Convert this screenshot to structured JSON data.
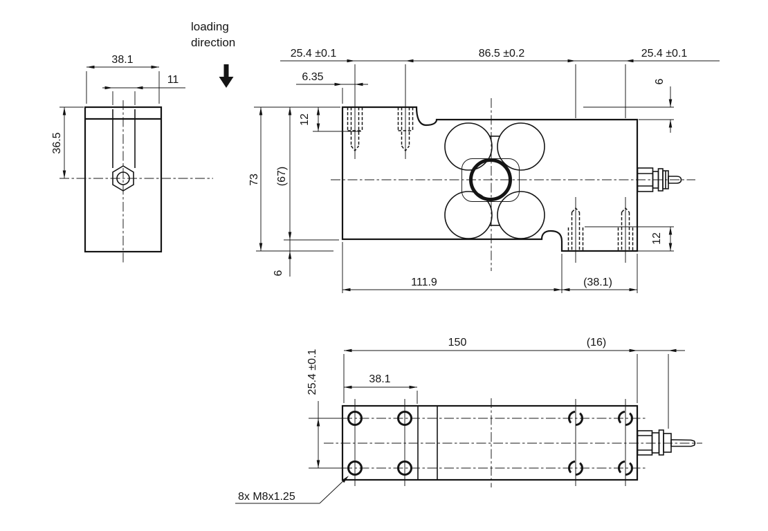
{
  "loading_direction": {
    "line1": "loading",
    "line2": "direction"
  },
  "end_view": {
    "width": "38.1",
    "bore": "11",
    "center_height": "36.5"
  },
  "side_view": {
    "pitch_left": "25.4 ±0.1",
    "pitch_mid": "86.5 ±0.2",
    "pitch_right": "25.4 ±0.1",
    "edge_offset": "6.35",
    "step_right": "6",
    "depth_left": "12",
    "height": "73",
    "height_ref": "(67)",
    "step_left": "6",
    "length_to_step": "111.9",
    "end_ref": "(38.1)",
    "depth_right": "12"
  },
  "top_view": {
    "length": "150",
    "connector_ref": "(16)",
    "hole_offset": "38.1",
    "hole_pitch": "25.4 ±0.1",
    "thread_callout": "8x M8x1.25"
  }
}
